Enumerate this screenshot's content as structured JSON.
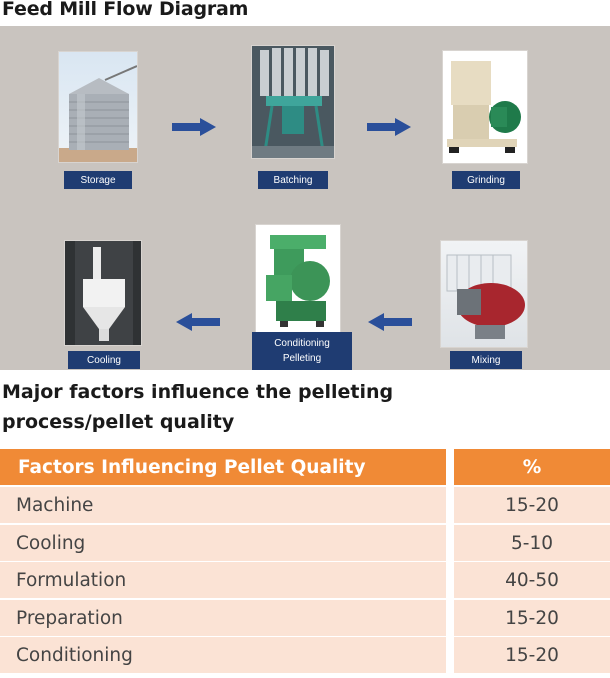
{
  "title": "Feed Mill Flow Diagram",
  "flow": {
    "steps": [
      {
        "id": "storage",
        "label_lines": [
          "Storage"
        ]
      },
      {
        "id": "batching",
        "label_lines": [
          "Batching"
        ]
      },
      {
        "id": "grinding",
        "label_lines": [
          "Grinding"
        ]
      },
      {
        "id": "mixing",
        "label_lines": [
          "Mixing"
        ]
      },
      {
        "id": "conditioning",
        "label_lines": [
          "Conditioning",
          "Pelleting"
        ]
      },
      {
        "id": "cooling",
        "label_lines": [
          "Cooling"
        ]
      }
    ],
    "label_color": "#1f3c72",
    "arrow_color": "#2a4f9a",
    "background": "#c9c4bf"
  },
  "heading_lines": [
    "Major factors influence the pelleting",
    "process/pellet quality"
  ],
  "table": {
    "headers": [
      "Factors Influencing Pellet Quality",
      "%"
    ],
    "header_color": "#f08a36",
    "row_color": "#fbe3d5",
    "rows": [
      [
        "Machine",
        "15-20"
      ],
      [
        "Cooling",
        "5-10"
      ],
      [
        "Formulation",
        "40-50"
      ],
      [
        "Preparation",
        "15-20"
      ],
      [
        "Conditioning",
        "15-20"
      ]
    ]
  }
}
